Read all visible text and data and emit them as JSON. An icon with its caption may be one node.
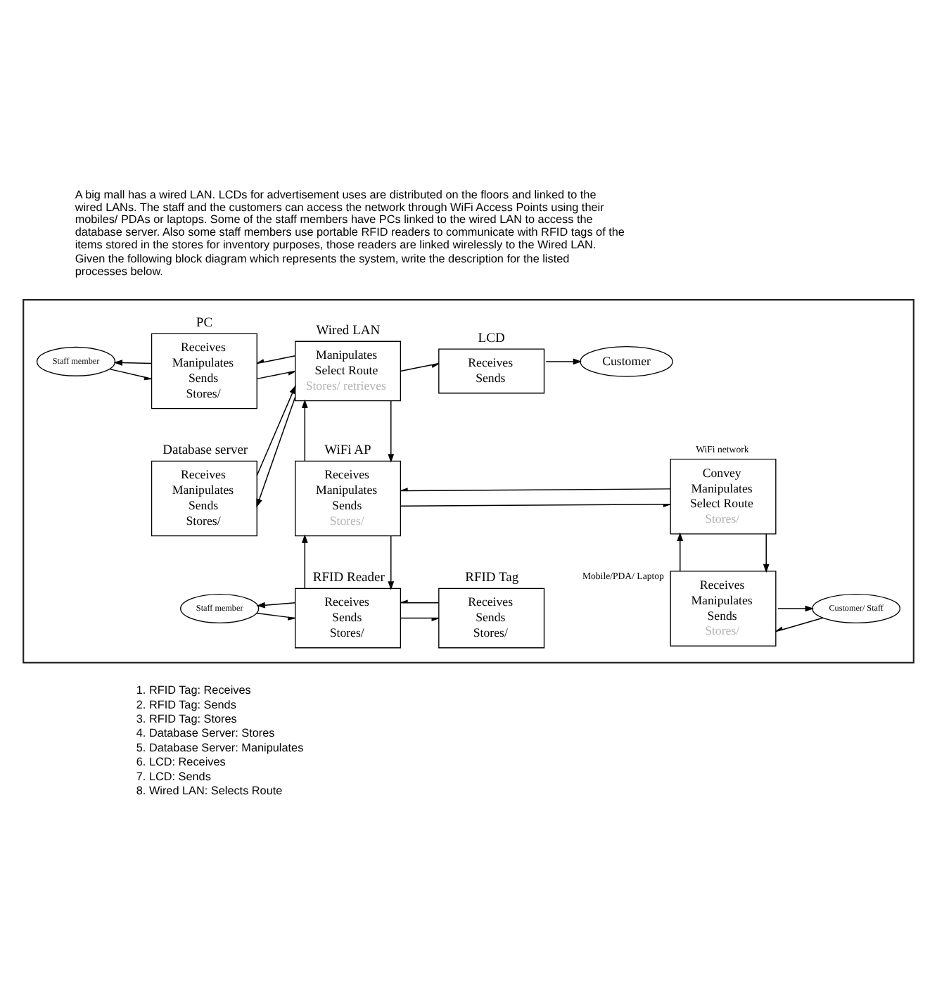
{
  "diagram": {
    "nodes": [
      {
        "text": [],
        "shape": "box"
      },
      {
        "text": [
          "Staff member"
        ],
        "in": 0
      },
      {
        "text": [
          "PC",
          "Receives",
          "Manipulates",
          "Sends",
          "Stores/"
        ],
        "in": 0
      },
      {
        "text": [
          "Wired LAN",
          "Manipulates",
          "Select Route",
          "Stores/ retrieves"
        ],
        "in": 0
      },
      {
        "text": [
          "LCD",
          "Receives",
          "Sends"
        ],
        "in": 0
      },
      {
        "text": [
          "Customer"
        ],
        "in": 0
      },
      {
        "text": [
          "Database server",
          "Receives",
          "Manipulates",
          "Sends",
          "Stores/"
        ],
        "in": 0
      },
      {
        "text": [
          "WiFi AP",
          "Receives",
          "Manipulates",
          "Sends",
          "Stores/"
        ],
        "in": 0
      },
      {
        "text": [
          "WiFi network",
          "Convey",
          "Manipulates",
          "Select Route",
          "Stores/"
        ],
        "in": 0
      },
      {
        "text": [
          "Mobile/PDA/ Laptop",
          "Receives",
          "Manipulates",
          "Sends",
          "Stores/"
        ],
        "in": 0
      },
      {
        "text": [
          "Customer/ Staff"
        ],
        "in": 0
      },
      {
        "text": [
          "RFID Reader",
          "Receives",
          "Sends",
          "Stores/"
        ],
        "in": 0
      },
      {
        "text": [
          "RFID Tag",
          "Receives",
          "Sends",
          "Stores/"
        ],
        "in": 0
      },
      {
        "text": [
          "Staff member"
        ],
        "in": 0
      }
    ],
    "edges": [
      {
        "from": 2,
        "to": 1,
        "arrow": "to"
      },
      {
        "from": 1,
        "to": 2,
        "arrow": "to"
      },
      {
        "from": 3,
        "to": 2,
        "arrow": "to"
      },
      {
        "from": 2,
        "to": 3,
        "arrow": "to"
      },
      {
        "from": 3,
        "to": 4,
        "arrow": "to"
      },
      {
        "from": 4,
        "to": 5,
        "arrow": "to"
      },
      {
        "from": 6,
        "to": 3,
        "arrow": "to"
      },
      {
        "from": 3,
        "to": 6,
        "arrow": "to"
      },
      {
        "from": 7,
        "to": 3,
        "arrow": "to"
      },
      {
        "from": 3,
        "to": 7,
        "arrow": "to"
      },
      {
        "from": 8,
        "to": 7,
        "arrow": "to"
      },
      {
        "from": 7,
        "to": 8,
        "arrow": "to"
      },
      {
        "from": 9,
        "to": 8,
        "arrow": "to"
      },
      {
        "from": 8,
        "to": 9,
        "arrow": "to"
      },
      {
        "from": 9,
        "to": 10,
        "arrow": "to"
      },
      {
        "from": 10,
        "to": 9,
        "arrow": "to"
      },
      {
        "from": 11,
        "to": 7,
        "arrow": "to"
      },
      {
        "from": 7,
        "to": 11,
        "arrow": "to"
      },
      {
        "from": 11,
        "to": 13,
        "arrow": "to"
      },
      {
        "from": 13,
        "to": 11,
        "arrow": "to"
      },
      {
        "from": 12,
        "to": 11,
        "arrow": "to"
      },
      {
        "from": 11,
        "to": 12,
        "arrow": "to"
      }
    ],
    "labels": [
      "A big mall has a wired LAN. LCDs for advertisement uses are distributed on the floors and linked to the wired LANs. The staff and the customers can access the network through WiFi Access Points using their mobiles/ PDAs or laptops. Some of the staff members have PCs linked to the wired LAN to access the database server. Also some staff members use portable RFID readers to communicate with RFID tags of the items stored in the stores for inventory purposes, those readers are linked wirelessly to the Wired LAN.",
      "Given the following block diagram which represents the system, write the description for the listed processes below.",
      "1. RFID Tag: Receives",
      "2. RFID Tag: Sends",
      "3. RFID Tag: Stores",
      "4. Database Server: Stores",
      "5. Database Server: Manipulates",
      "6. LCD: Receives",
      "7. LCD: Sends",
      "8. Wired LAN: Selects Route"
    ]
  }
}
